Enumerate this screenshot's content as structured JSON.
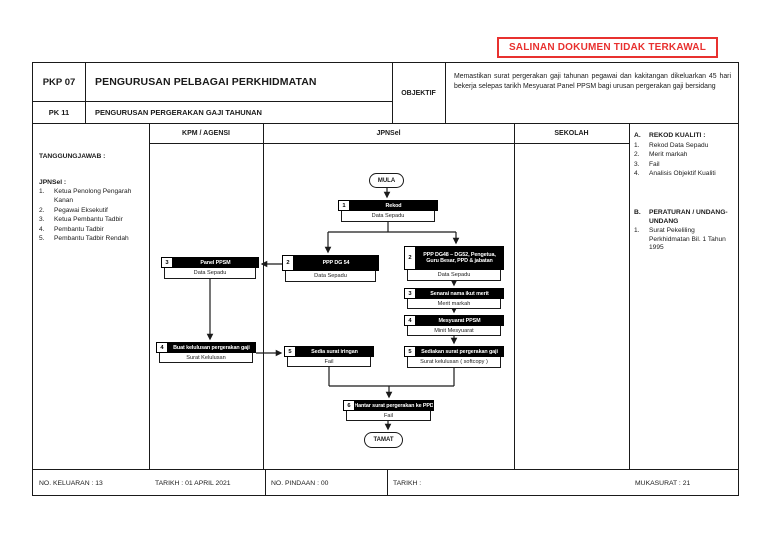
{
  "colors": {
    "stamp_red": "#e8312f",
    "ink": "#1a1a1a",
    "box_header_bg": "#000000"
  },
  "stamp": {
    "label": "SALINAN DOKUMEN TIDAK TERKAWAL"
  },
  "doc_header": {
    "code_top": "PKP 07",
    "title_top": "PENGURUSAN PELBAGAI PERKHIDMATAN",
    "code_sub": "PK 11",
    "title_sub": "PENGURUSAN PERGERAKAN GAJI TAHUNAN",
    "objective_label": "OBJEKTIF",
    "objective_text": "Memastikan surat pergerakan gaji tahunan pegawai dan kakitangan dikeluarkan 45 hari bekerja selepas tarikh Mesyuarat Panel PPSM bagi urusan pergerakan gaji bersidang"
  },
  "lanes": {
    "kpm": "KPM / AGENSI",
    "jpnsel": "JPNSel",
    "sekolah": "SEKOLAH"
  },
  "responsibility": {
    "heading": "TANGGUNGJAWAB :",
    "group": "JPNSel :",
    "items": [
      {
        "n": "1.",
        "t": "Ketua Penolong Pengarah Kanan"
      },
      {
        "n": "2.",
        "t": "Pegawai Eksekutif"
      },
      {
        "n": "3.",
        "t": "Ketua Pembantu Tadbir"
      },
      {
        "n": "4.",
        "t": "Pembantu Tadbir"
      },
      {
        "n": "5.",
        "t": "Pembantu Tadbir Rendah"
      }
    ]
  },
  "quality_records": {
    "a_n": "A.",
    "a_heading": "REKOD KUALITI :",
    "a_items": [
      {
        "n": "1.",
        "t": "Rekod Data Sepadu"
      },
      {
        "n": "2.",
        "t": "Merit markah"
      },
      {
        "n": "3.",
        "t": "Fail"
      },
      {
        "n": "4.",
        "t": "Analisis Objektif Kualiti"
      }
    ],
    "b_n": "B.",
    "b_heading": "PERATURAN / UNDANG-UNDANG",
    "b_items": [
      {
        "n": "1.",
        "t": "Surat Pekeliling Perkhidmatan Bil. 1 Tahun 1995"
      }
    ]
  },
  "flow": {
    "start_label": "MULA",
    "end_label": "TAMAT",
    "boxes": [
      {
        "n": "1",
        "title": "Rekod",
        "record": "Data Sepadu"
      },
      {
        "n": "2",
        "title": "PPP DG 54",
        "record": "Data Sepadu"
      },
      {
        "n": "2",
        "title": "PPP DG48 – DG52, Pengetua, Guru Besar, PPD & jabatan",
        "record": "Data Sepadu"
      },
      {
        "n": "3",
        "title": "Panel PPSM",
        "record": "Data Sepadu"
      },
      {
        "n": "3",
        "title": "Senarai nama ikut merit",
        "record": "Merit markah"
      },
      {
        "n": "4",
        "title": "Mesyuarat PPSM",
        "record": "Minit Mesyuarat"
      },
      {
        "n": "4",
        "title": "Buat kelulusan pergerakan gaji",
        "record": "Surat Kelulusan"
      },
      {
        "n": "5",
        "title": "Sedia surat iringan",
        "record": "Fail"
      },
      {
        "n": "5",
        "title": "Sediakan surat pergerakan gaji",
        "record": "Surat kelulusan ( softcopy )"
      },
      {
        "n": "6",
        "title": "Hantar surat pergerakan ke PPD",
        "record": "Fail"
      }
    ]
  },
  "footer": {
    "no_keluaran": "NO. KELUARAN : 13",
    "tarikh_1": "TARIKH : 01 APRIL 2021",
    "no_pindaan": "NO. PINDAAN : 00",
    "tarikh_2": "TARIKH :",
    "mukasurat": "MUKASURAT : 21"
  }
}
